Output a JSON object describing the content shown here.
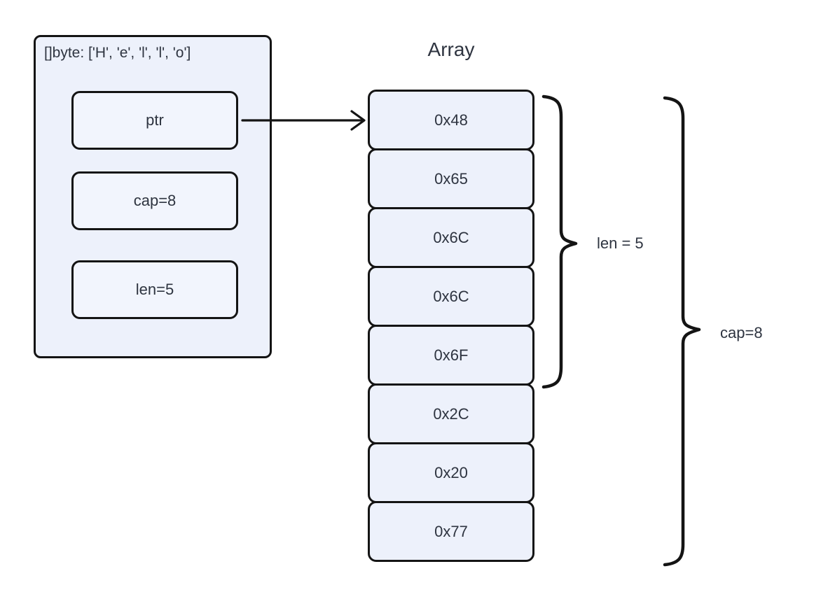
{
  "diagram": {
    "slice_header": {
      "label": "[]byte: ['H', 'e', 'l', 'l', 'o']",
      "fields": [
        {
          "name": "ptr",
          "label": "ptr"
        },
        {
          "name": "cap",
          "label": "cap=8"
        },
        {
          "name": "len",
          "label": "len=5"
        }
      ]
    },
    "array": {
      "title": "Array",
      "cells": [
        "0x48",
        "0x65",
        "0x6C",
        "0x6C",
        "0x6F",
        "0x2C",
        "0x20",
        "0x77"
      ]
    },
    "annotations": {
      "len_brace_label": "len = 5",
      "cap_brace_label": "cap=8"
    },
    "colors": {
      "container_fill": "#edf1fb",
      "field_fill": "#f2f5fd",
      "stroke": "#141414",
      "text": "#2e3440",
      "background": "#ffffff"
    }
  }
}
